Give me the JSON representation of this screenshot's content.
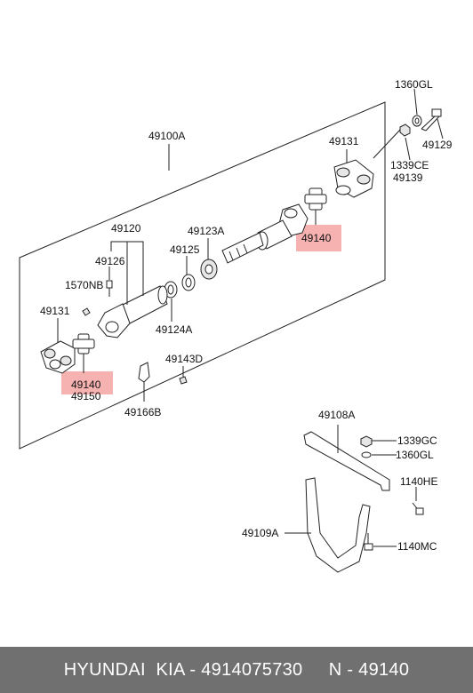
{
  "labels": {
    "l1360GL_top": "1360GL",
    "l49129": "49129",
    "l1339CE": "1339CE",
    "l49139": "49139",
    "l49131_top": "49131",
    "l49100A": "49100A",
    "l49140_top": "49140",
    "l49120": "49120",
    "l49123A": "49123A",
    "l49125": "49125",
    "l49126": "49126",
    "l1570NB": "1570NB",
    "l49131_left": "49131",
    "l49124A": "49124A",
    "l49143D": "49143D",
    "l49140_bottom": "49140",
    "l49150": "49150",
    "l49166B": "49166B",
    "l49108A": "49108A",
    "l1339GC": "1339GC",
    "l1360GL_bottom": "1360GL",
    "l1140HE": "1140HE",
    "l49109A": "49109A",
    "l1140MC": "1140MC"
  },
  "footer": {
    "text": "HYUNDAI  KIA - 4914075730     N - 49140"
  },
  "colors": {
    "highlight": "#f4a3a3",
    "footer_bg": "#707070",
    "footer_text": "#ffffff"
  }
}
